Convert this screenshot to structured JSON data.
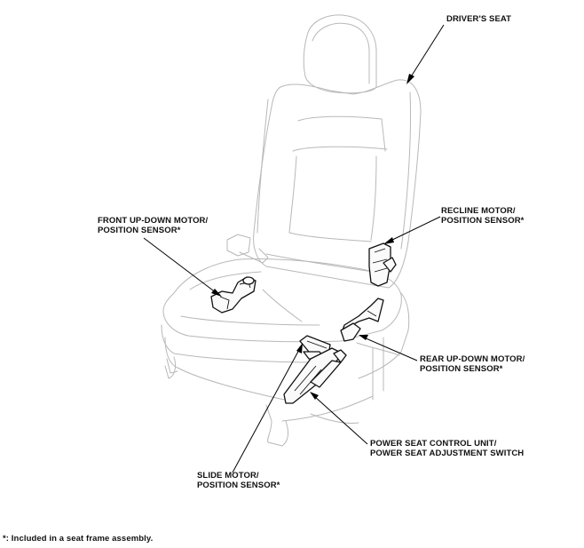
{
  "labels": {
    "drivers_seat": "DRIVER'S SEAT",
    "recline_motor": [
      "RECLINE MOTOR/",
      "POSITION SENSOR*"
    ],
    "front_updown_motor": [
      "FRONT UP-DOWN MOTOR/",
      "POSITION SENSOR*"
    ],
    "rear_updown_motor": [
      "REAR UP-DOWN MOTOR/",
      "POSITION SENSOR*"
    ],
    "power_seat_control": [
      "POWER SEAT CONTROL UNIT/",
      "POWER SEAT ADJUSTMENT SWITCH"
    ],
    "slide_motor": [
      "SLIDE MOTOR/",
      "POSITION SENSOR*"
    ]
  },
  "footnote": "*: Included in a seat frame assembly."
}
